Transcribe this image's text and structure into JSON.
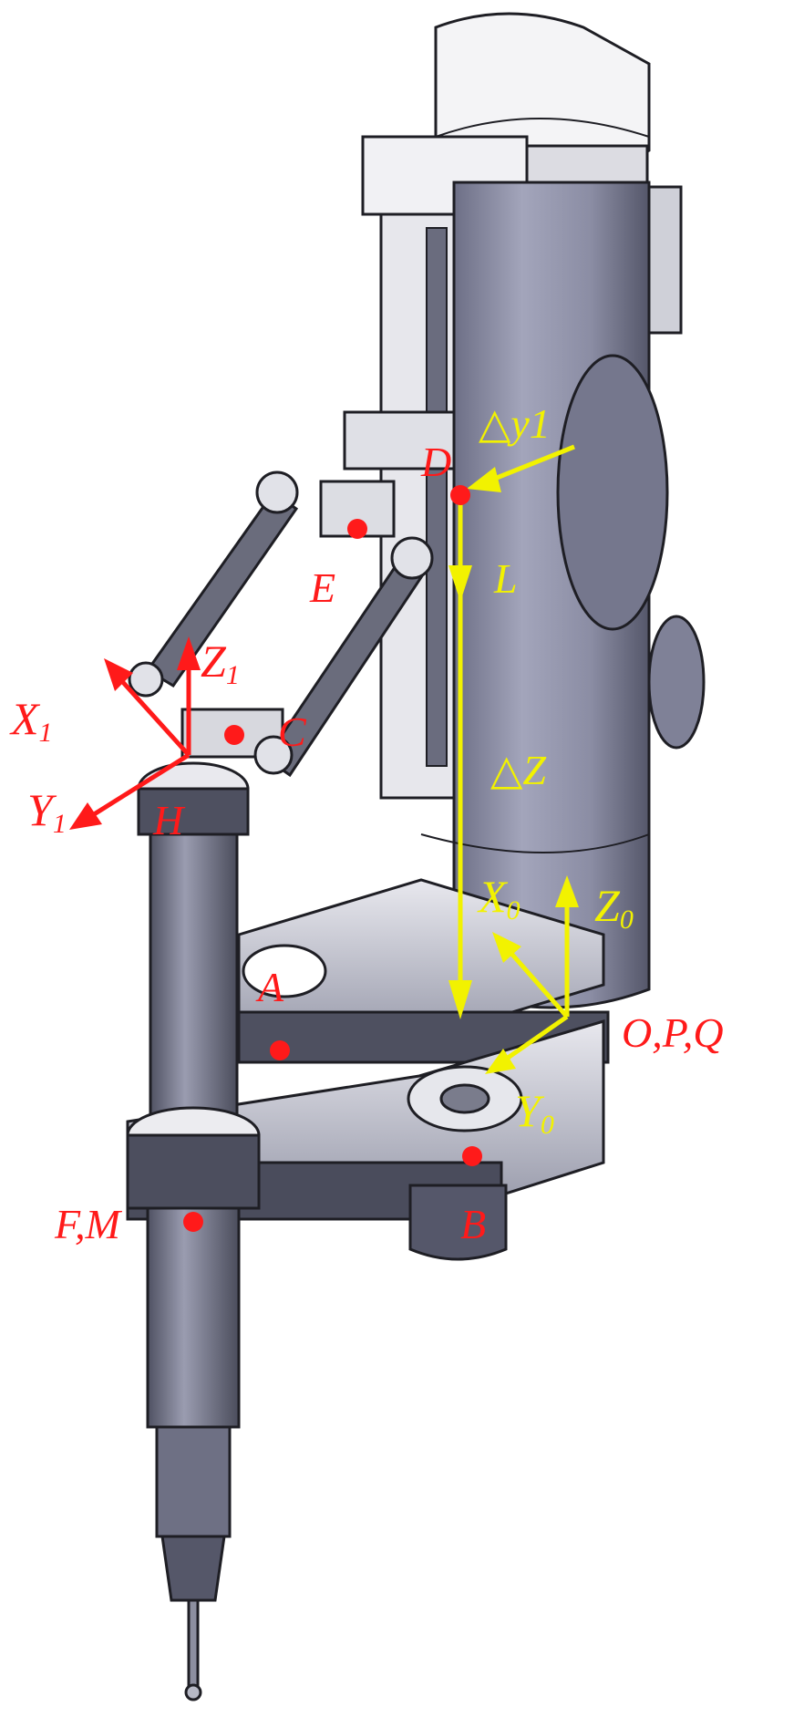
{
  "colors": {
    "label_red": "#ff1a1a",
    "label_yellow": "#f2f200",
    "body_gray": "#8d8fa8",
    "body_dark": "#5b5d70",
    "metal_light": "#d9d9de",
    "outline": "#1e1e24"
  },
  "labels": {
    "D": "D",
    "E": "E",
    "C": "C",
    "H": "H",
    "A": "A",
    "B": "B",
    "FM": "F,M",
    "OPQ": "O,P,Q",
    "X1": "X",
    "X1_sub": "1",
    "Y1": "Y",
    "Y1_sub": "1",
    "Z1": "Z",
    "Z1_sub": "1",
    "X0": "X",
    "X0_sub": "0",
    "Y0": "Y",
    "Y0_sub": "0",
    "Z0": "Z",
    "Z0_sub": "0",
    "dy1": "△y1",
    "L": "L",
    "dZ": "△Z"
  }
}
